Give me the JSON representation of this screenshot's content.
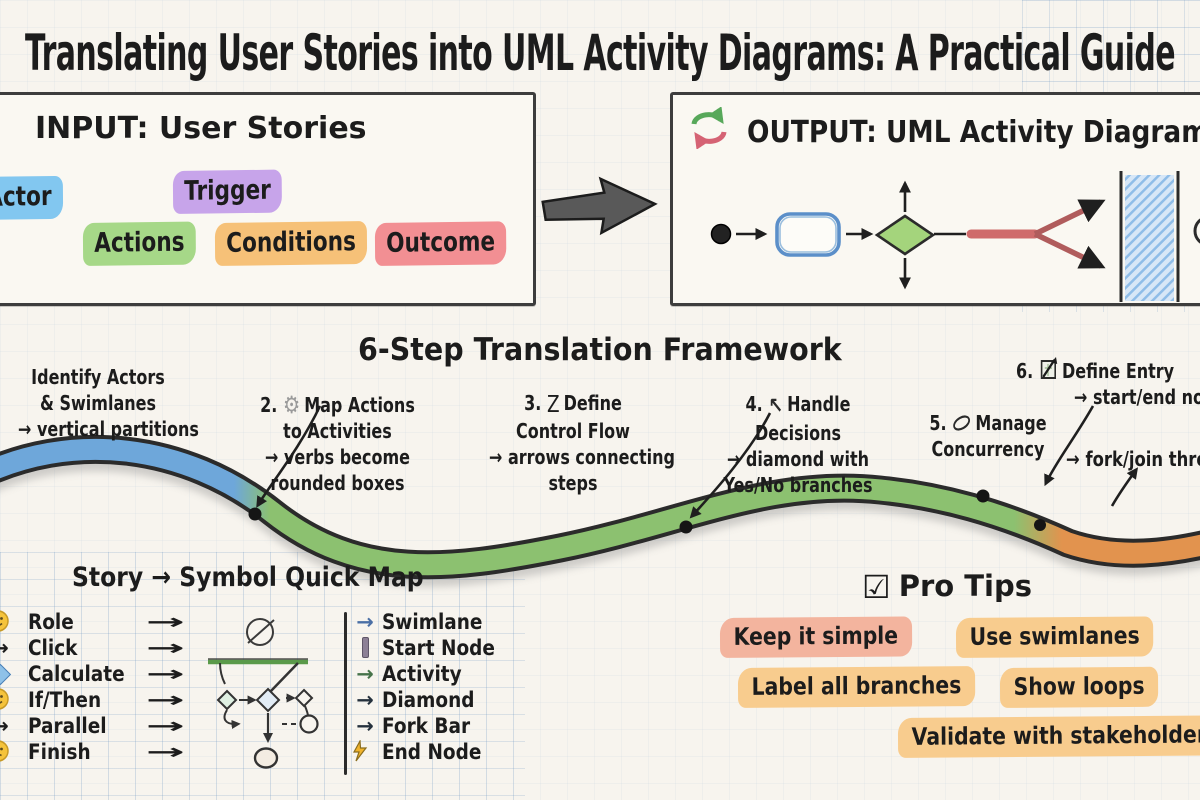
{
  "title": "Translating User Stories into UML Activity Diagrams: A Practical Guide",
  "colors": {
    "background": "#f7f4ee",
    "panel_border": "#3d3d3d",
    "road_start_blue": "#6ea7da",
    "road_middle_green": "#8cc170",
    "road_end_orange": "#e2934e"
  },
  "input_panel": {
    "heading": "INPUT: User Stories",
    "keywords": [
      {
        "label": "Actor",
        "highlight": "#82c7f0"
      },
      {
        "label": "Trigger",
        "highlight": "#c7a4ea"
      },
      {
        "label": "Actions",
        "highlight": "#a6d888"
      },
      {
        "label": "Conditions",
        "highlight": "#f6c178"
      },
      {
        "label": "Outcome",
        "highlight": "#f28f93"
      }
    ]
  },
  "output_panel": {
    "heading": "OUTPUT: UML Activity Diagram",
    "icon": "recycle-arrows-icon",
    "diagram_elements": [
      "start-node",
      "arrow",
      "activity-rounded-rect",
      "arrow",
      "decision-diamond",
      "fork-split-arrows",
      "swimlane-band",
      "end-node"
    ]
  },
  "framework": {
    "heading": "6-Step Translation Framework",
    "steps": [
      {
        "num": "",
        "icon": "",
        "lines": [
          "Identify Actors",
          "& Swimlanes",
          "→ vertical partitions",
          ""
        ]
      },
      {
        "num": "2.",
        "icon": "gear",
        "icon_glyph": "⚙",
        "lines": [
          "Map Actions",
          "to Activities",
          "→ verbs become",
          "rounded boxes"
        ]
      },
      {
        "num": "3.",
        "icon": "zigzag-flow",
        "icon_glyph": "Z",
        "lines": [
          "Define",
          "Control Flow",
          "→ arrows connecting",
          "steps"
        ]
      },
      {
        "num": "4.",
        "icon": "arrow-up-left",
        "icon_glyph": "↖",
        "lines": [
          "Handle",
          "Decisions",
          "→ diamond with",
          "Yes/No branches"
        ]
      },
      {
        "num": "5.",
        "icon": "leaf",
        "lines": [
          "Manage",
          "Concurrency",
          "",
          ""
        ]
      },
      {
        "num": "6.",
        "icon": "chart-arrow",
        "lines": [
          "Define Entry",
          "→ start/end nodes",
          "",
          ""
        ]
      }
    ],
    "extra_note": "→ fork/join threads"
  },
  "quick_map": {
    "heading": "Story → Symbol Quick Map",
    "map_arrow": "→",
    "rows": [
      {
        "story": "Role",
        "story_icon": "smiley",
        "symbol": "Swimlane",
        "symbol_icon": "arrow",
        "symbol_glyph": "→"
      },
      {
        "story": "Click",
        "story_icon": "arrow",
        "story_glyph": "→",
        "symbol": "Start Node",
        "symbol_icon": "vertical-bar"
      },
      {
        "story": "Calculate",
        "story_icon": "blue-diamond",
        "symbol": "Activity",
        "symbol_icon": "arrow",
        "symbol_glyph": "→"
      },
      {
        "story": "If/Then",
        "story_icon": "smiley",
        "symbol": "Diamond",
        "symbol_icon": "arrow",
        "symbol_glyph": "→"
      },
      {
        "story": "Parallel",
        "story_icon": "arrow",
        "story_glyph": "→",
        "symbol": "Fork Bar",
        "symbol_icon": "arrow",
        "symbol_glyph": "→"
      },
      {
        "story": "Finish",
        "story_icon": "smiley-wry",
        "symbol": "End Node",
        "symbol_icon": "lightning"
      }
    ]
  },
  "pro_tips": {
    "checkbox_glyph": "☑",
    "heading": "Pro Tips",
    "tips": [
      {
        "text": "Keep it simple",
        "highlight": "#f3b49e"
      },
      {
        "text": "Use swimlanes",
        "highlight": "#f8cc8e"
      },
      {
        "text": "Label all branches",
        "highlight": "#f8cc8e"
      },
      {
        "text": "Show loops",
        "highlight": "#f8cc8e"
      },
      {
        "text": "Validate with stakeholders",
        "highlight": "#f8cc8e"
      }
    ]
  }
}
